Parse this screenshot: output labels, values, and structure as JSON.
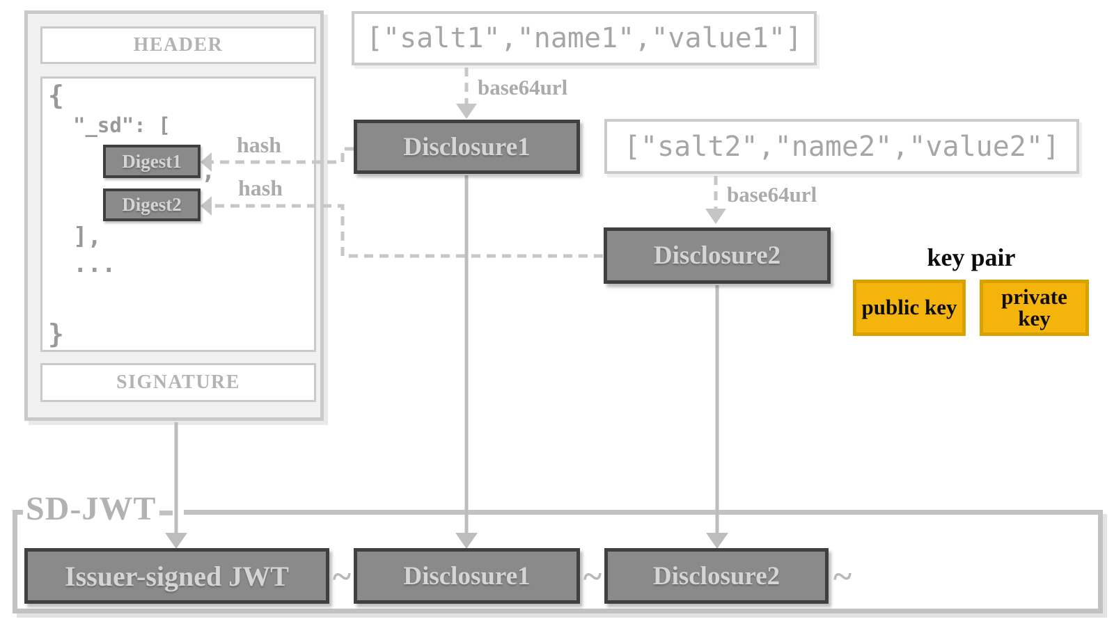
{
  "issuer_jwt": {
    "header": "HEADER",
    "signature": "SIGNATURE",
    "body": {
      "line_open": "{",
      "sd_key": "\"_sd\": [",
      "digest1": "Digest1",
      "comma": ",",
      "digest2": "Digest2",
      "array_close": "],",
      "ellipsis": "...",
      "line_close": "}"
    }
  },
  "disclosure_flow": {
    "salt1_json": "[\"salt1\",\"name1\",\"value1\"]",
    "salt2_json": "[\"salt2\",\"name2\",\"value2\"]",
    "base64url_label": "base64url",
    "hash_label": "hash",
    "disclosure1": "Disclosure1",
    "disclosure2": "Disclosure2"
  },
  "key_pair": {
    "title": "key pair",
    "public_key": "public key",
    "private_key": "private key"
  },
  "sd_jwt": {
    "label": "SD-JWT",
    "issuer_signed_jwt": "Issuer-signed JWT",
    "disclosure1": "Disclosure1",
    "disclosure2": "Disclosure2",
    "separator": "~"
  },
  "colors": {
    "gold_fill": "#F5B40B",
    "gold_border": "#D9A100",
    "dark_fill": "#8A8A8A",
    "dark_border": "#3F3F3F",
    "light_border": "#C9C9C9",
    "arrow_solid": "#BDBDBD",
    "arrow_dash": "#C7C7C7"
  }
}
